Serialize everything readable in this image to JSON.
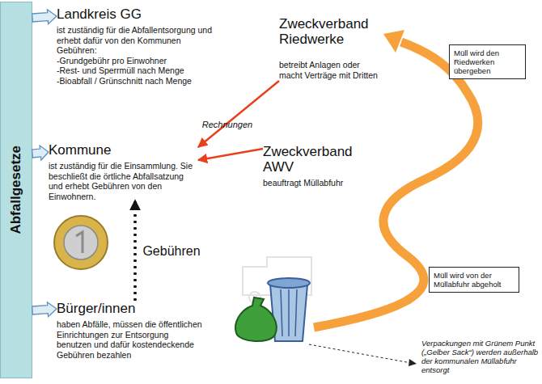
{
  "diagram": {
    "nodes": [
      {
        "text": [
          "Abfallgesetze"
        ]
      },
      {
        "text": [
          "Landkreis GG",
          "ist zuständig für die Abfallentsorgung und erhebt dafür von den Kommunen",
          "Gebühren:",
          "-Grundgebühr pro Einwohner",
          "-Rest- und Sperrmüll nach Menge",
          "-Bioabfall / Grünschnitt nach Menge"
        ]
      },
      {
        "text": [
          "Zweckverband Riedwerke",
          "betreibt Anlagen oder macht Verträge mit Dritten"
        ]
      },
      {
        "text": [
          "Kommune",
          "ist zuständig für die Einsammlung. Sie beschließt die örtliche Abfallsatzung und erhebt Gebühren von den Einwohnern."
        ]
      },
      {
        "text": [
          "Zweckverband AWV",
          "beauftragt Müllabfuhr"
        ]
      },
      {
        "text": [
          "Bürger/innen",
          "haben Abfälle, müssen die öffentlichen Einrichtungen zur Entsorgung benutzen und dafür kostendeckende Gebühren bezahlen"
        ]
      },
      {
        "text": [
          "Müll wird den Riedwerken übergeben"
        ]
      },
      {
        "text": [
          "Müll wird von der Müllabfuhr abgeholt"
        ]
      }
    ],
    "edges": [
      {
        "from": 0,
        "to": 1,
        "arrow": "to"
      },
      {
        "from": 0,
        "to": 3,
        "arrow": "to"
      },
      {
        "from": 0,
        "to": 5,
        "arrow": "to"
      },
      {
        "from": 2,
        "to": 3,
        "label": "Rechnungen",
        "arrow": "to"
      },
      {
        "from": 4,
        "to": 3,
        "arrow": "to"
      },
      {
        "from": 5,
        "to": 3,
        "label": "Gebühren",
        "arrow": "to"
      }
    ],
    "labels": [
      "Verpackungen mit Grünem Punkt („Gelber Sack“) werden außerhalb der kommunalen Müllabfuhr entsorgt"
    ]
  }
}
